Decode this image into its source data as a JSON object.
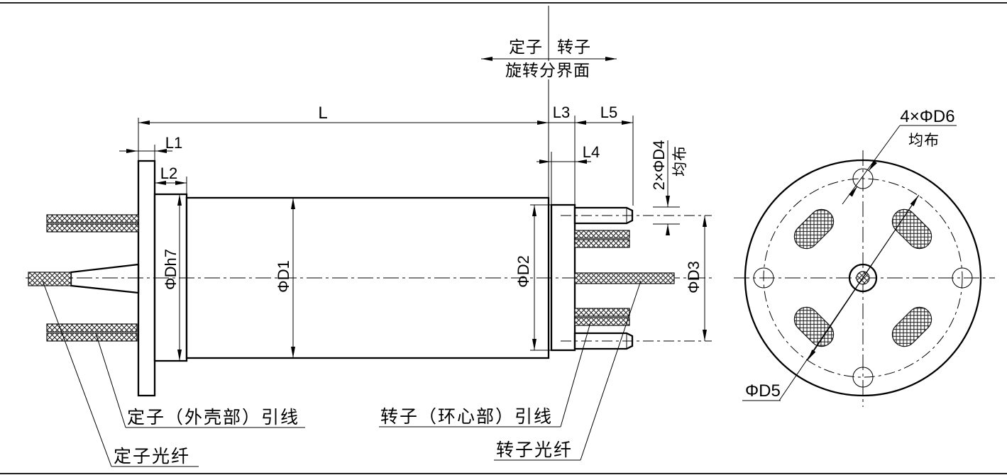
{
  "interface_marker": {
    "stator_label": "定子",
    "rotor_label": "转子",
    "boundary_label": "旋转分界面"
  },
  "dimensions": {
    "overall_length": "L",
    "l1": "L1",
    "l2": "L2",
    "l3": "L3",
    "l4": "L4",
    "l5": "L5",
    "body_diameter": "ΦD1",
    "rotor_flange_diameter": "ΦD2",
    "stud_circle_diameter": "ΦD3",
    "stud_spec": "2×ΦD4",
    "stud_spec_note": "均布",
    "pilot_diameter": "ΦDh7",
    "bolt_circle_diameter": "ΦD5",
    "mount_hole_spec": "4×ΦD6",
    "mount_hole_note": "均布"
  },
  "callouts": {
    "stator_leads": "定子（外壳部）引线",
    "stator_fiber": "定子光纤",
    "rotor_leads": "转子（环心部）引线",
    "rotor_fiber": "转子光纤"
  },
  "colors": {
    "line": "#000000",
    "background": "#ffffff"
  }
}
